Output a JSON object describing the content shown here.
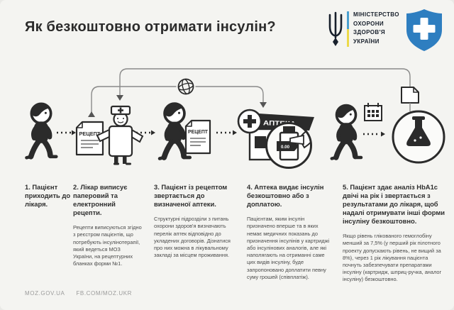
{
  "header": {
    "title": "Як безкоштовно отримати інсулін?"
  },
  "logo": {
    "ministry_name_lines": [
      "МІНІСТЕРСТВО",
      "ОХОРОНИ",
      "ЗДОРОВ'Я",
      "УКРАЇНИ"
    ],
    "colors": {
      "shield_blue": "#2e7ec0",
      "flag_blue": "#4aa0d0",
      "flag_yellow": "#ecd94a",
      "ink": "#18202c"
    }
  },
  "diagram": {
    "prescription_label_1": "РЕЦЕПТ",
    "prescription_label_2": "РЕЦЕПТ",
    "pharmacy_sign": "АПТЕКА",
    "price_tag": "0.00",
    "icons": [
      "walking-patient-icon",
      "prescription-paper-icon",
      "doctor-icon",
      "internet-globe-icon",
      "pharmacy-store-icon",
      "insulin-vial-icon",
      "pointing-hand-icon",
      "calendar-icon",
      "lab-flask-icon",
      "analysis-document-icon"
    ]
  },
  "steps": [
    {
      "title": "1. Пацієнт приходить до лікаря.",
      "body": ""
    },
    {
      "title": "2. Лікар виписує паперовий та електронний рецепти.",
      "body": "Рецепти виписуються згідно з реєстром пацієнтів, що потребують інсулінотерапії, який ведеться МОЗ України, на рецептурних бланках форми №1."
    },
    {
      "title": "3. Пацієнт із рецептом звертається до визначеної аптеки.",
      "body": "Структурні підрозділи з питань охорони здоров'я визначають перелік аптек відповідно до укладених договорів. Дізнатися про них можна в лікувальному закладі за місцем проживання."
    },
    {
      "title": "4. Аптека видає інсулін безкоштовно або з доплатою.",
      "body": "Пацієнтам, яким інсулін призначено вперше та в яких немає медичних показань до призначення інсулінів у картриджі або інсулінових аналогів, але які наполягають на отриманні саме цих видів інсуліну, буде запропоновано доплатити певну суму грошей (співплатіж)."
    },
    {
      "title": "5. Пацієнт здає аналіз HbA1c двічі на рік і звертається з результатами до лікаря, щоб надалі отримувати інші форми інсуліну безкоштовно.",
      "body": "Якщо рівень глікованого гемоглобіну менший за 7,5% (у перший рік пілотного проекту допускають рівень, не вищий за 8%), через 1 рік лікування пацієнта почнуть забезпечувати препаратами інсуліну (картридж, шприц-ручка, аналог інсуліну) безкоштовно."
    }
  ],
  "footer": {
    "website": "MOZ.GOV.UA",
    "facebook": "FB.COM/MOZ.UKR"
  }
}
